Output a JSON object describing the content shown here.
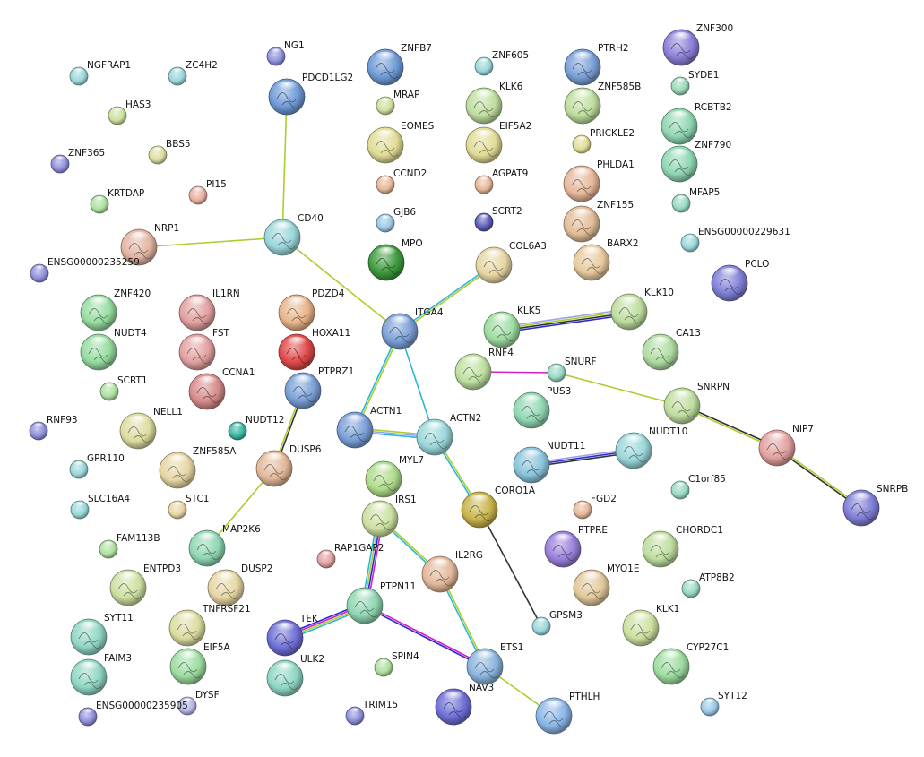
{
  "nodes": [
    {
      "id": "NGFRAP1",
      "color": "#9ad6d9"
    },
    {
      "id": "ZC4H2",
      "color": "#9ad6d9"
    },
    {
      "id": "NG1",
      "color": "#8f8fdb"
    },
    {
      "id": "ZNFB7",
      "color": "#6f9ad6",
      "detail": true
    },
    {
      "id": "ZNF605",
      "color": "#9ad6d9"
    },
    {
      "id": "PTRH2",
      "color": "#7a9fd6",
      "detail": true
    },
    {
      "id": "ZNF300",
      "color": "#8a7fd6",
      "detail": true
    },
    {
      "id": "PDCD1LG2",
      "color": "#6f9ad6",
      "detail": true
    },
    {
      "id": "HAS3",
      "color": "#cce0a0"
    },
    {
      "id": "MRAP",
      "color": "#cce0a0"
    },
    {
      "id": "KLK6",
      "color": "#bedd9e",
      "detail": true
    },
    {
      "id": "ZNF585B",
      "color": "#bedd9e",
      "detail": true
    },
    {
      "id": "SYDE1",
      "color": "#9ad8b5"
    },
    {
      "id": "RCBTB2",
      "color": "#8fd6b2",
      "detail": true
    },
    {
      "id": "ZNF365",
      "color": "#8f8fdb"
    },
    {
      "id": "BBS5",
      "color": "#dcdca0"
    },
    {
      "id": "EOMES",
      "color": "#e0dc96",
      "detail": true
    },
    {
      "id": "EIF5A2",
      "color": "#e0dc96",
      "detail": true
    },
    {
      "id": "PRICKLE2",
      "color": "#e0dc96"
    },
    {
      "id": "ZNF790",
      "color": "#8fd6b2",
      "detail": true
    },
    {
      "id": "KRTDAP",
      "color": "#aee0a0"
    },
    {
      "id": "PI15",
      "color": "#eaaea0"
    },
    {
      "id": "CCND2",
      "color": "#e6b89a"
    },
    {
      "id": "AGPAT9",
      "color": "#e6b89a"
    },
    {
      "id": "PHLDA1",
      "color": "#e6b89a",
      "detail": true
    },
    {
      "id": "MFAP5",
      "color": "#9ad8c4"
    },
    {
      "id": "GJB6",
      "color": "#9ac8e6"
    },
    {
      "id": "SCRT2",
      "color": "#5a5ab5"
    },
    {
      "id": "ZNF155",
      "color": "#e2bd98",
      "detail": true
    },
    {
      "id": "NRP1",
      "color": "#e2b4a2",
      "detail": true
    },
    {
      "id": "CD40",
      "color": "#9ad6d9",
      "detail": true
    },
    {
      "id": "ENSG00000229631",
      "color": "#9ad6d9"
    },
    {
      "id": "ENSG00000235259",
      "color": "#8f8fdb"
    },
    {
      "id": "MPO",
      "color": "#3e9a3e",
      "detail": true
    },
    {
      "id": "COL6A3",
      "color": "#e6d6a4",
      "detail": true
    },
    {
      "id": "BARX2",
      "color": "#e8ca9e",
      "detail": true
    },
    {
      "id": "PCLO",
      "color": "#7f7fd6",
      "detail": true
    },
    {
      "id": "ZNF420",
      "color": "#96dca0",
      "detail": true
    },
    {
      "id": "IL1RN",
      "color": "#e2a0a0",
      "detail": true
    },
    {
      "id": "PDZD4",
      "color": "#e8b48a",
      "detail": true
    },
    {
      "id": "KLK10",
      "color": "#bedd9e",
      "detail": true
    },
    {
      "id": "NUDT4",
      "color": "#96dca0",
      "detail": true
    },
    {
      "id": "FST",
      "color": "#e2a0a0",
      "detail": true
    },
    {
      "id": "HOXA11",
      "color": "#e04848",
      "detail": true
    },
    {
      "id": "ITGA4",
      "color": "#7a9fd6",
      "detail": true
    },
    {
      "id": "KLK5",
      "color": "#9ddca0",
      "detail": true
    },
    {
      "id": "CA13",
      "color": "#aedca0",
      "detail": true
    },
    {
      "id": "RNF4",
      "color": "#bee0a0",
      "detail": true
    },
    {
      "id": "SNURF",
      "color": "#9ad8c4"
    },
    {
      "id": "SCRT1",
      "color": "#aee0a0"
    },
    {
      "id": "CCNA1",
      "color": "#d68a8a",
      "detail": true
    },
    {
      "id": "PTPRZ1",
      "color": "#7a9fd6",
      "detail": true
    },
    {
      "id": "PUS3",
      "color": "#8fd6b2",
      "detail": true
    },
    {
      "id": "SNRPN",
      "color": "#bedd9e",
      "detail": true
    },
    {
      "id": "RNF93",
      "color": "#8f8fdb"
    },
    {
      "id": "NELL1",
      "color": "#dcdca0",
      "detail": true
    },
    {
      "id": "NUDT12",
      "color": "#3ab5a5"
    },
    {
      "id": "ACTN1",
      "color": "#7a9fd6",
      "detail": true
    },
    {
      "id": "ACTN2",
      "color": "#9ad6d9",
      "detail": true
    },
    {
      "id": "NIP7",
      "color": "#e2a0a0",
      "detail": true
    },
    {
      "id": "GPR110",
      "color": "#9ad6d9"
    },
    {
      "id": "ZNF585A",
      "color": "#e6d6a4",
      "detail": true
    },
    {
      "id": "DUSP6",
      "color": "#e2b89a",
      "detail": true
    },
    {
      "id": "MYL7",
      "color": "#aedc8a",
      "detail": true
    },
    {
      "id": "NUDT11",
      "color": "#8ac4dc",
      "detail": true
    },
    {
      "id": "NUDT10",
      "color": "#9ad6d9",
      "detail": true
    },
    {
      "id": "C1orf85",
      "color": "#9ad8c4"
    },
    {
      "id": "SLC16A4",
      "color": "#9ad6d9"
    },
    {
      "id": "STC1",
      "color": "#e6d6a4"
    },
    {
      "id": "IRS1",
      "color": "#cce0a0",
      "detail": true
    },
    {
      "id": "CORO1A",
      "color": "#c8b44a",
      "detail": true
    },
    {
      "id": "FGD2",
      "color": "#e6b89a"
    },
    {
      "id": "SNRPB",
      "color": "#7f7fd6",
      "detail": true
    },
    {
      "id": "FAM113B",
      "color": "#aee0a0"
    },
    {
      "id": "MAP2K6",
      "color": "#8fd6b2",
      "detail": true
    },
    {
      "id": "RAP1GAP2",
      "color": "#e2a0a0"
    },
    {
      "id": "PTPRE",
      "color": "#9a7fdc",
      "detail": true
    },
    {
      "id": "CHORDC1",
      "color": "#bedd9e",
      "detail": true
    },
    {
      "id": "ENTPD3",
      "color": "#cce0a0",
      "detail": true
    },
    {
      "id": "DUSP2",
      "color": "#e6d6a4",
      "detail": true
    },
    {
      "id": "IL2RG",
      "color": "#e2b89a",
      "detail": true
    },
    {
      "id": "MYO1E",
      "color": "#e2c89a",
      "detail": true
    },
    {
      "id": "ATP8B2",
      "color": "#9ad8c4"
    },
    {
      "id": "TNFRSF21",
      "color": "#dcdca0",
      "detail": true
    },
    {
      "id": "PTPN11",
      "color": "#8fd6b2",
      "detail": true
    },
    {
      "id": "GPSM3",
      "color": "#9ad6d9"
    },
    {
      "id": "KLK1",
      "color": "#cce0a0",
      "detail": true
    },
    {
      "id": "SYT11",
      "color": "#8fd6c4",
      "detail": true
    },
    {
      "id": "TEK",
      "color": "#6f6fd6",
      "detail": true
    },
    {
      "id": "CYP27C1",
      "color": "#9ddca0",
      "detail": true
    },
    {
      "id": "EIF5A",
      "color": "#9ddca0",
      "detail": true
    },
    {
      "id": "ULK2",
      "color": "#8fd6c4",
      "detail": true
    },
    {
      "id": "SPIN4",
      "color": "#aee0a0"
    },
    {
      "id": "ETS1",
      "color": "#8ab4dc",
      "detail": true
    },
    {
      "id": "FAIM3",
      "color": "#8fd6c4",
      "detail": true
    },
    {
      "id": "NAV3",
      "color": "#6f6fd6",
      "detail": true
    },
    {
      "id": "PTHLH",
      "color": "#8ab4e6",
      "detail": true
    },
    {
      "id": "SYT12",
      "color": "#9ac8e6"
    },
    {
      "id": "DYSF",
      "color": "#b5b5e6"
    },
    {
      "id": "ENSG00000235905",
      "color": "#8f8fdb"
    },
    {
      "id": "TRIM15",
      "color": "#8f8fdb"
    }
  ],
  "edges": [
    {
      "source": "PDCD1LG2",
      "target": "CD40",
      "colors": [
        "#a8cf2a"
      ]
    },
    {
      "source": "NRP1",
      "target": "CD40",
      "colors": [
        "#a8cf2a"
      ]
    },
    {
      "source": "CD40",
      "target": "ITGA4",
      "colors": [
        "#a8cf2a"
      ]
    },
    {
      "source": "COL6A3",
      "target": "ITGA4",
      "colors": [
        "#a8cf2a",
        "#29b6d8"
      ]
    },
    {
      "source": "ITGA4",
      "target": "ACTN1",
      "colors": [
        "#a8cf2a",
        "#29b6d8"
      ]
    },
    {
      "source": "ITGA4",
      "target": "ACTN2",
      "colors": [
        "#29b6d8"
      ]
    },
    {
      "source": "ACTN1",
      "target": "ACTN2",
      "colors": [
        "#a8cf2a",
        "#a0a0e6",
        "#29b6d8"
      ]
    },
    {
      "source": "ACTN2",
      "target": "CORO1A",
      "colors": [
        "#a8cf2a",
        "#29b6d8"
      ]
    },
    {
      "source": "CORO1A",
      "target": "GPSM3",
      "colors": [
        "#333333"
      ]
    },
    {
      "source": "KLK5",
      "target": "KLK10",
      "colors": [
        "#a0a0e6",
        "#a8cf2a",
        "#333333",
        "#2a2ad8"
      ]
    },
    {
      "source": "RNF4",
      "target": "SNURF",
      "colors": [
        "#d020c0"
      ]
    },
    {
      "source": "SNURF",
      "target": "SNRPN",
      "colors": [
        "#a8cf2a"
      ]
    },
    {
      "source": "SNRPN",
      "target": "NIP7",
      "colors": [
        "#333333",
        "#a8cf2a"
      ]
    },
    {
      "source": "NIP7",
      "target": "SNRPB",
      "colors": [
        "#a8cf2a",
        "#333333"
      ]
    },
    {
      "source": "NUDT11",
      "target": "NUDT10",
      "colors": [
        "#a0a0e6",
        "#2a2ad8",
        "#333333"
      ]
    },
    {
      "source": "PTPRZ1",
      "target": "DUSP6",
      "colors": [
        "#333333",
        "#a8cf2a"
      ]
    },
    {
      "source": "DUSP6",
      "target": "MAP2K6",
      "colors": [
        "#a8cf2a"
      ]
    },
    {
      "source": "IRS1",
      "target": "PTPN11",
      "colors": [
        "#d020c0",
        "#2a2ad8",
        "#a8cf2a",
        "#29b6d8"
      ]
    },
    {
      "source": "IRS1",
      "target": "IL2RG",
      "colors": [
        "#a8cf2a",
        "#29b6d8"
      ]
    },
    {
      "source": "TEK",
      "target": "PTPN11",
      "colors": [
        "#2a2ad8",
        "#d020c0",
        "#a8cf2a",
        "#29b6d8"
      ]
    },
    {
      "source": "PTPN11",
      "target": "ETS1",
      "colors": [
        "#d020c0",
        "#2a2ad8"
      ]
    },
    {
      "source": "IL2RG",
      "target": "ETS1",
      "colors": [
        "#a8cf2a",
        "#29b6d8"
      ]
    },
    {
      "source": "ETS1",
      "target": "PTHLH",
      "colors": [
        "#a8cf2a"
      ]
    }
  ]
}
